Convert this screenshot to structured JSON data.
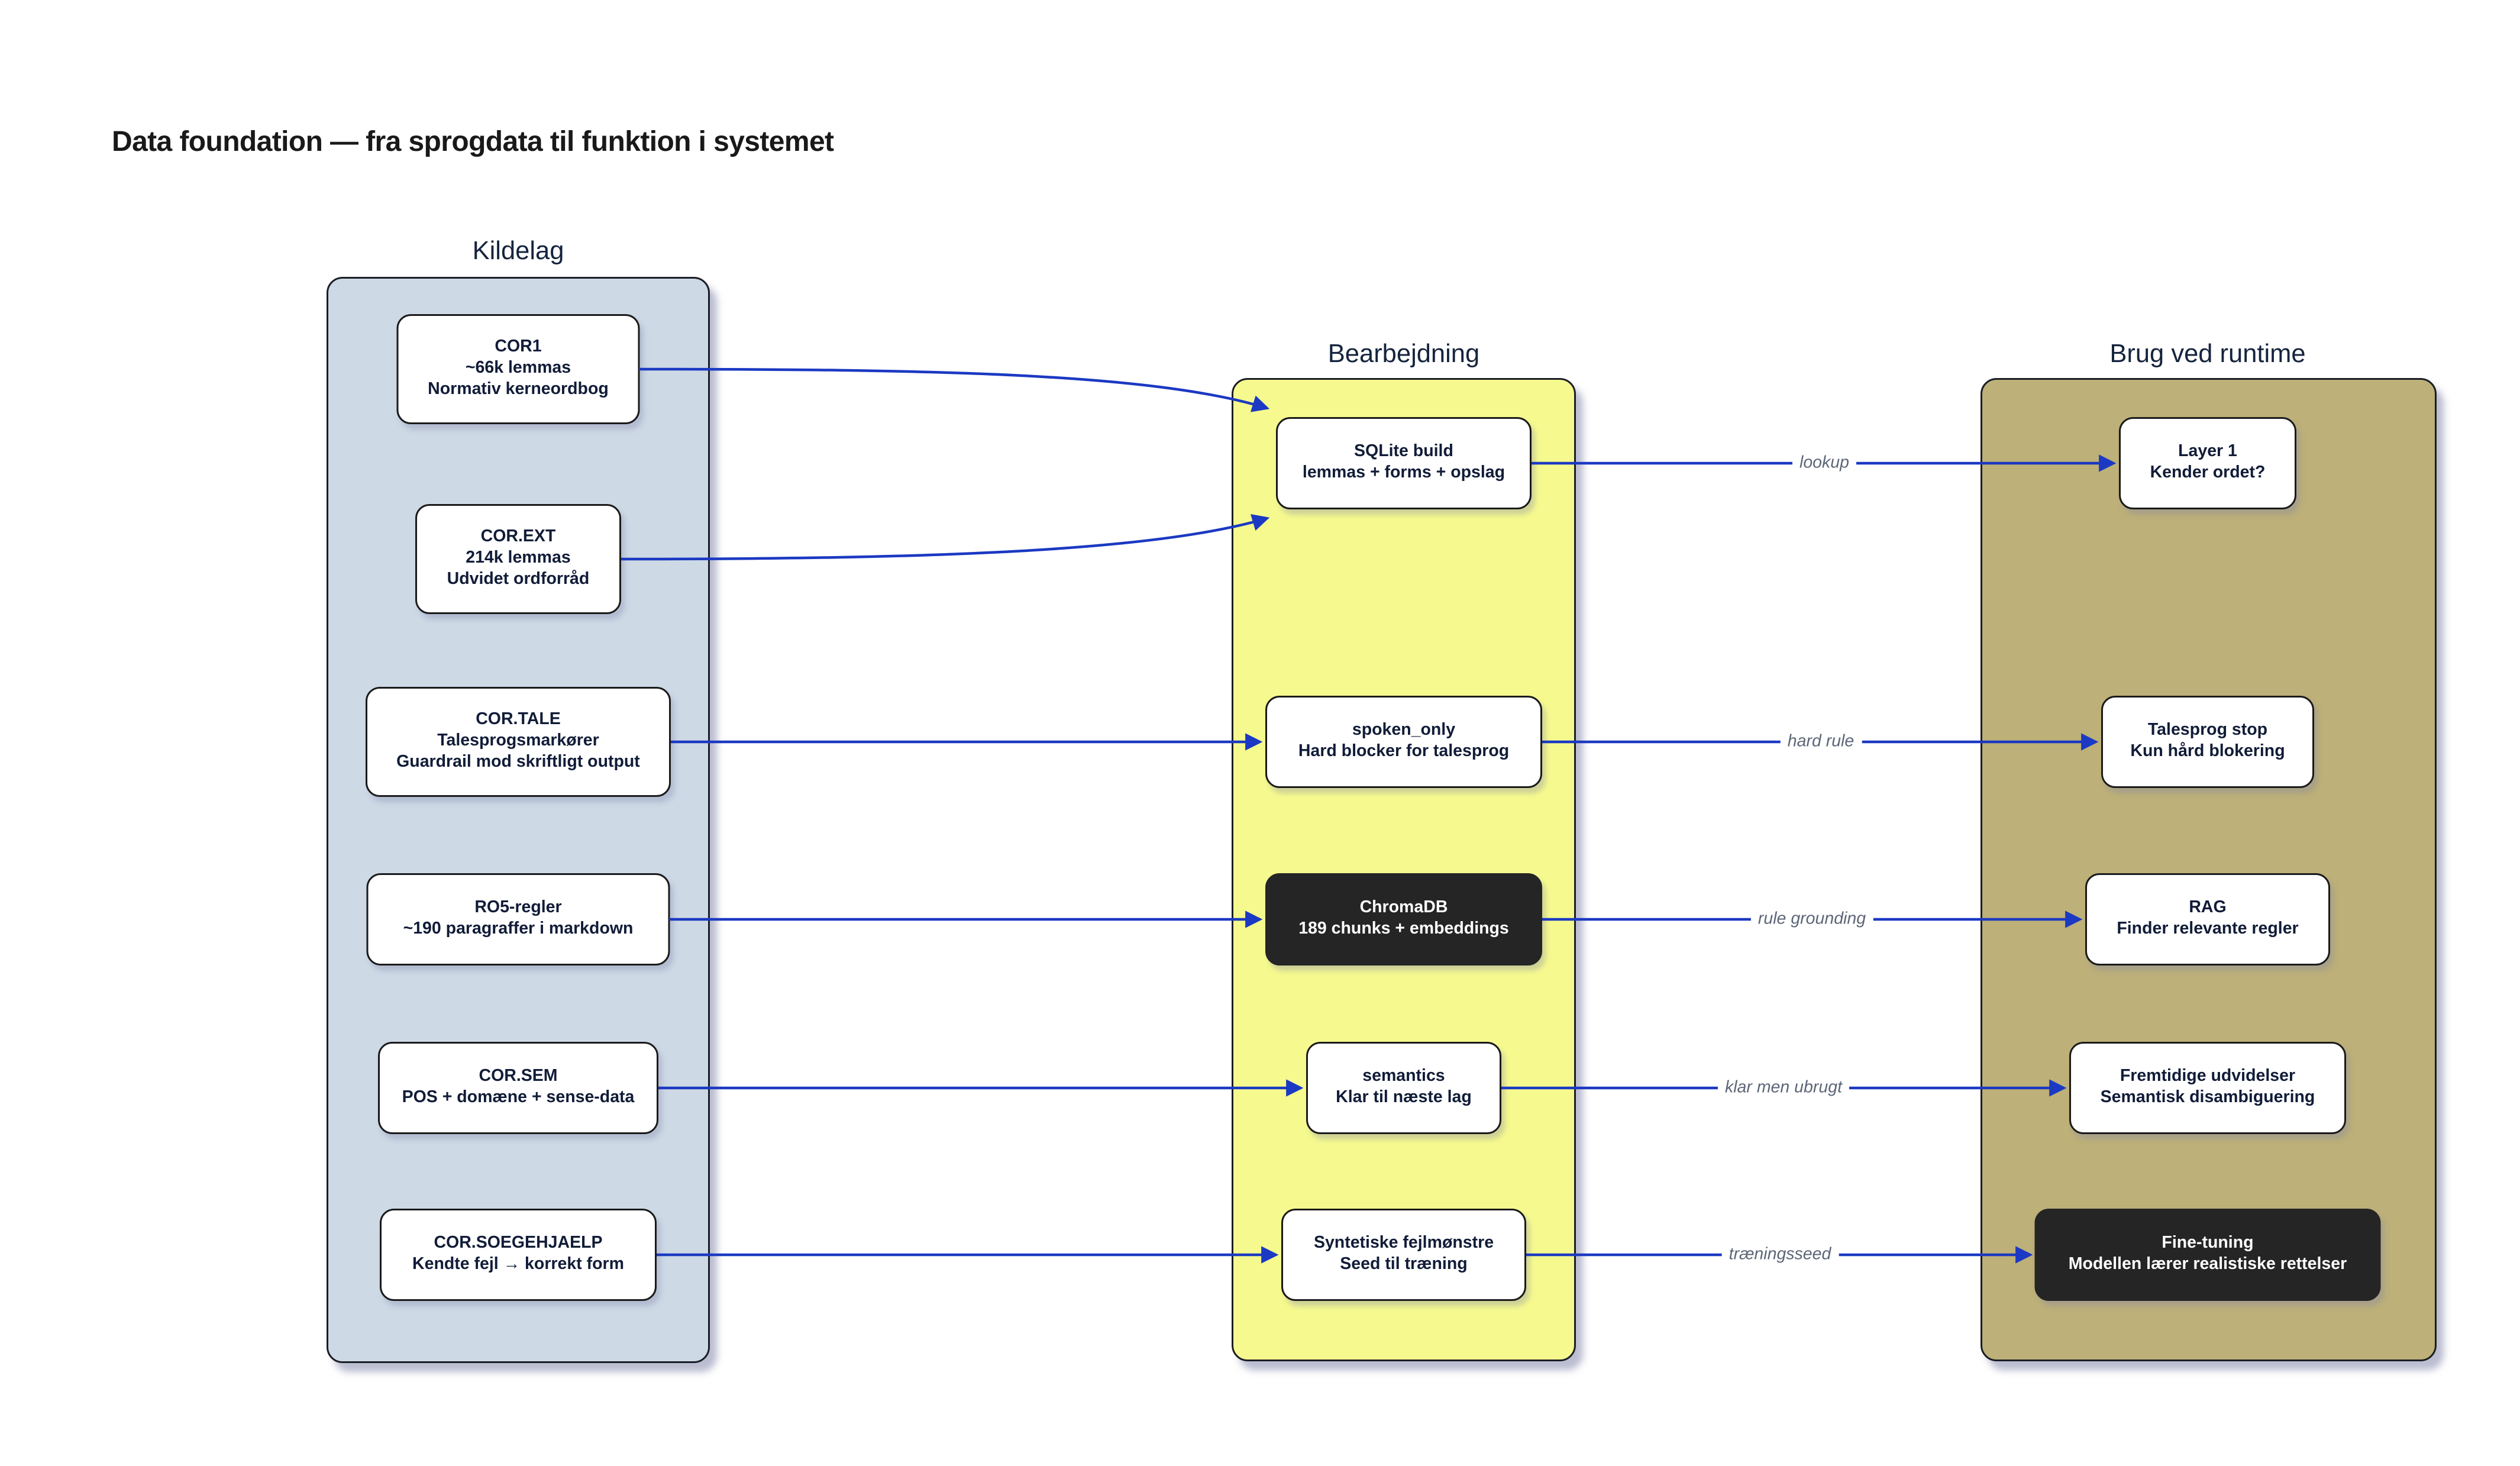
{
  "title": "Data foundation — fra sprogdata til funktion i systemet",
  "columns": [
    {
      "label": "Kildelag",
      "nodes": [
        {
          "id": "cor1",
          "lines": [
            "COR1",
            "~66k lemmas",
            "Normativ kerneordbog"
          ]
        },
        {
          "id": "cor-ext",
          "lines": [
            "COR.EXT",
            "214k lemmas",
            "Udvidet ordforråd"
          ]
        },
        {
          "id": "cor-tale",
          "lines": [
            "COR.TALE",
            "Talesprogsmarkører",
            "Guardrail mod skriftligt output"
          ]
        },
        {
          "id": "ro5-regler",
          "lines": [
            "RO5-regler",
            "~190 paragraffer i markdown"
          ]
        },
        {
          "id": "cor-sem",
          "lines": [
            "COR.SEM",
            "POS + domæne + sense-data"
          ]
        },
        {
          "id": "cor-soegehjaelp",
          "lines": [
            "COR.SOEGEHJAELP",
            "Kendte fejl → korrekt form"
          ]
        }
      ]
    },
    {
      "label": "Bearbejdning",
      "nodes": [
        {
          "id": "sqlite-build",
          "lines": [
            "SQLite build",
            "lemmas + forms + opslag"
          ]
        },
        {
          "id": "spoken-only",
          "lines": [
            "spoken_only",
            "Hard blocker for talesprog"
          ]
        },
        {
          "id": "chromadb",
          "lines": [
            "ChromaDB",
            "189 chunks + embeddings"
          ],
          "dark": true
        },
        {
          "id": "semantics",
          "lines": [
            "semantics",
            "Klar til næste lag"
          ]
        },
        {
          "id": "syntetiske",
          "lines": [
            "Syntetiske fejlmønstre",
            "Seed til træning"
          ]
        }
      ]
    },
    {
      "label": "Brug ved runtime",
      "nodes": [
        {
          "id": "layer-1",
          "lines": [
            "Layer 1",
            "Kender ordet?"
          ]
        },
        {
          "id": "talesprog-stop",
          "lines": [
            "Talesprog stop",
            "Kun hård blokering"
          ]
        },
        {
          "id": "rag",
          "lines": [
            "RAG",
            "Finder relevante regler"
          ]
        },
        {
          "id": "fremtidige",
          "lines": [
            "Fremtidige udvidelser",
            "Semantisk disambiguering"
          ]
        },
        {
          "id": "fine-tuning",
          "lines": [
            "Fine-tuning",
            "Modellen lærer realistiske rettelser"
          ],
          "dark": true
        }
      ]
    }
  ],
  "edge_labels": [
    {
      "label": "lookup"
    },
    {
      "label": "hard rule"
    },
    {
      "label": "rule grounding"
    },
    {
      "label": "klar men ubrugt"
    },
    {
      "label": "træningsseed"
    }
  ],
  "colors": {
    "bg": "#ffffff",
    "title_text": "#191919",
    "header_text": "#15243e",
    "node_text": "#111c38",
    "node_bg": "#ffffff",
    "node_border": "#1a1a1a",
    "dark_node_bg": "#252525",
    "dark_node_text": "#ffffff",
    "col_source_bg": "#cdd9e5",
    "col_process_bg": "#f6fa8e",
    "col_runtime_bg": "#bdb078",
    "col_border": "#1a1d24",
    "arrow": "#1b39c2",
    "edge_label_text": "#5d6677"
  }
}
